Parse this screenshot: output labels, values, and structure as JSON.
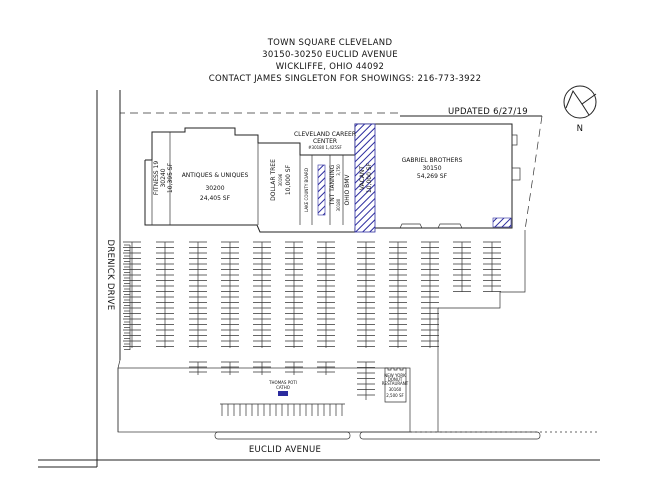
{
  "header": {
    "line1": "TOWN SQUARE CLEVELAND",
    "line2": "30150-30250 EUCLID AVENUE",
    "line3": "WICKLIFFE, OHIO 44092",
    "line4": "CONTACT JAMES SINGLETON FOR SHOWINGS: 216-773-3922"
  },
  "updated": "UPDATED 6/27/19",
  "north_label": "N",
  "streets": {
    "west": "DRENICK DRIVE",
    "south": "EUCLID AVENUE"
  },
  "tenants": {
    "fitness": {
      "name": "FITNESS 19",
      "number": "30240",
      "area": "10,395 SF"
    },
    "antiques": {
      "name": "ANTIQUES & UNIQUES",
      "number": "30200",
      "area": "24,405 SF"
    },
    "dollar_tree": {
      "name": "DOLLAR TREE",
      "number": "30196",
      "area": "10,000 SF"
    },
    "career_center": {
      "name_line1": "CLEVELAND CAREER",
      "name_line2": "CENTER",
      "detail": "#30180 1,425SF"
    },
    "lake_county": {
      "name": "LAKE COUNTY BOARD"
    },
    "tnt": {
      "name": "TNT TANNING",
      "number": "30180",
      "area": "3,750"
    },
    "bmv": {
      "name": "OHIO BMV"
    },
    "vacant": {
      "name": "VACANT",
      "area": "10,000 SF"
    },
    "gabriel": {
      "name": "GABRIEL BROTHERS",
      "number": "30150",
      "area": "54,269 SF"
    },
    "thomas": {
      "name": "THOMAS POTI",
      "sub": "CATHO"
    },
    "donut": {
      "line1": "NEW YORK",
      "line2": "DONUT",
      "line3": "RESTAURANT",
      "number": "30160",
      "area": "2,500 SF"
    }
  },
  "colors": {
    "vacant_hatch": "#2b2b9e",
    "line": "#222222"
  }
}
